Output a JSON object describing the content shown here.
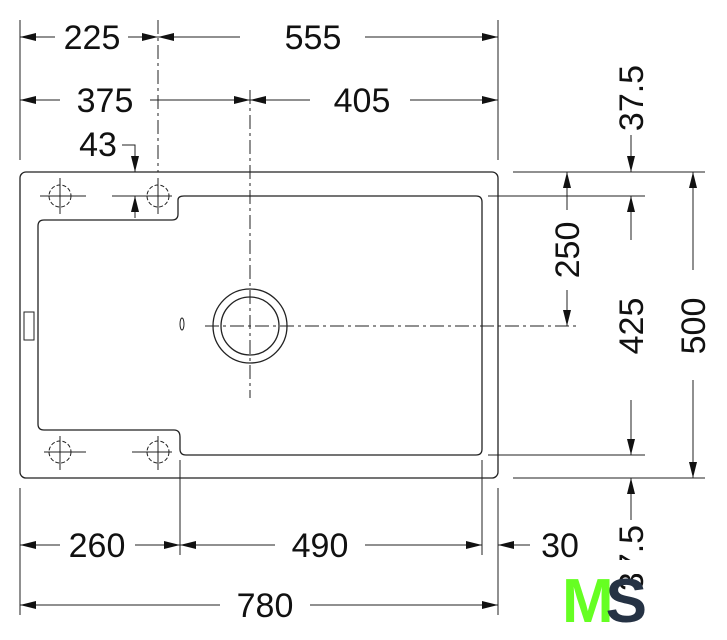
{
  "dimensions": {
    "top_left_offset": "225",
    "top_tap_span": "555",
    "drain_offset": "375",
    "drain_to_right": "405",
    "hole_inset": "43",
    "drain_from_bowl_top": "250",
    "top_margin": "37.5",
    "bowl_depth": "425",
    "overall_depth": "500",
    "bottom_margin": "37.5",
    "drainer_width": "260",
    "bowl_width": "490",
    "right_rim": "30",
    "overall_width": "780"
  },
  "logo": {
    "text_m": "M",
    "text_s": "S",
    "colors": {
      "m": "#66ff22",
      "s": "#253244"
    }
  }
}
